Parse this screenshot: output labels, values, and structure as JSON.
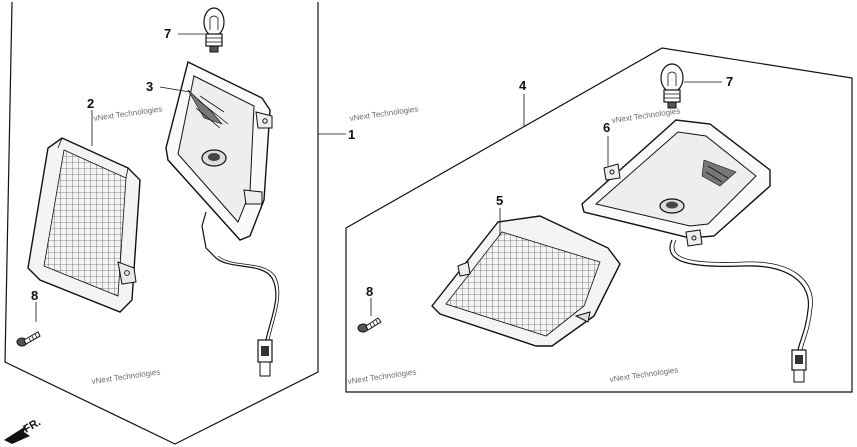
{
  "callouts": {
    "c1": "1",
    "c2": "2",
    "c3": "3",
    "c4": "4",
    "c5": "5",
    "c6": "6",
    "c7a": "7",
    "c7b": "7",
    "c8a": "8",
    "c8b": "8"
  },
  "watermark": "vNext Technologies",
  "direction_label": "FR."
}
